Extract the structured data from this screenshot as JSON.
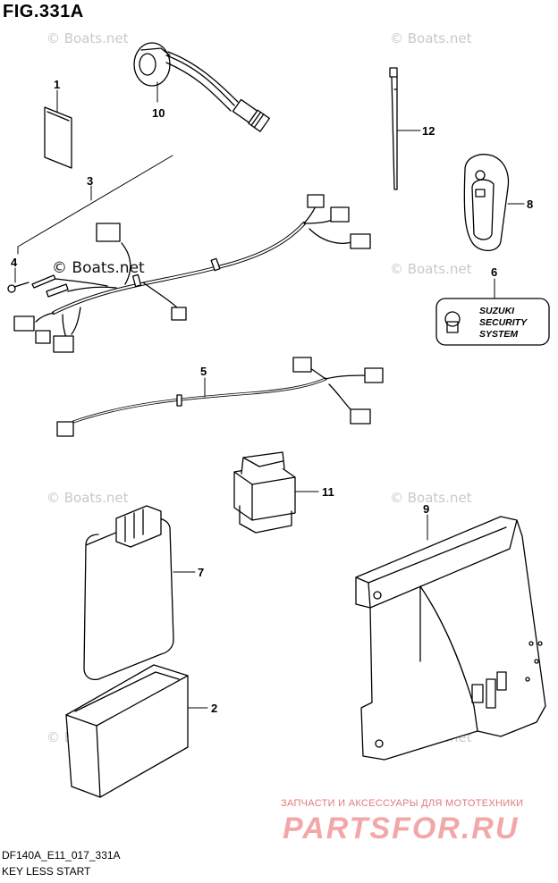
{
  "figure_title": "FIG.331A",
  "watermark": "© Boats.net",
  "callouts": [
    "1",
    "2",
    "3",
    "4",
    "5",
    "6",
    "7",
    "8",
    "9",
    "10",
    "11",
    "12"
  ],
  "security_badge": {
    "line1": "SUZUKI",
    "line2": "SECURITY",
    "line3": "SYSTEM"
  },
  "diagram_code": "DF140A_E11_017_331A",
  "diagram_name": "KEY LESS START",
  "brand_tagline": "ЗАПЧАСТИ И АКСЕССУАРЫ ДЛЯ МОТОТЕХНИКИ",
  "brand_name": "PARTSFOR.RU"
}
